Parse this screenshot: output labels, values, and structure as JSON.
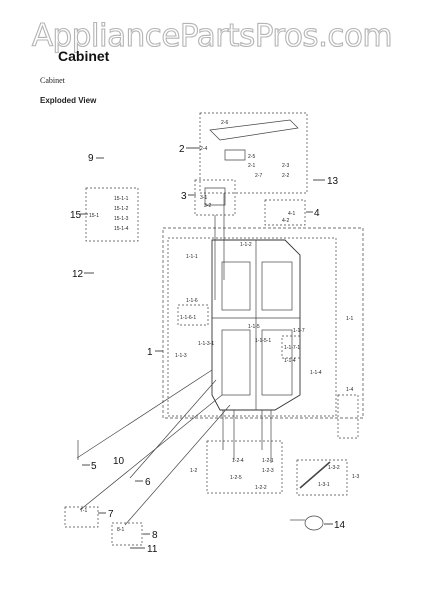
{
  "watermark": "AppliancePartsPros.com",
  "page_title": "Cabinet",
  "section_title": "Cabinet",
  "view_label": "Exploded View",
  "callouts": {
    "c1": "1",
    "c2": "2",
    "c3": "3",
    "c4": "4",
    "c5": "5",
    "c6": "6",
    "c7": "7",
    "c8": "8",
    "c9": "9",
    "c10": "10",
    "c11": "11",
    "c12": "12",
    "c13": "13",
    "c14": "14",
    "c15": "15"
  },
  "sub_labels": {
    "s2_6": "2-6",
    "s2_4": "2-4",
    "s2_5": "2-5",
    "s2_1": "2-1",
    "s2_3": "2-3",
    "s2_7": "2-7",
    "s2_2": "2-2",
    "s3_1": "3-1",
    "s3_2": "3-2",
    "s4_1": "4-1",
    "s4_2": "4-2",
    "s15_1": "15-1",
    "s15_1_1": "15-1-1",
    "s15_1_2": "15-1-2",
    "s15_1_3": "15-1-3",
    "s15_1_4": "15-1-4",
    "s1_1": "1-1",
    "s1_1_1": "1-1-1",
    "s1_1_2": "1-1-2",
    "s1_1_6": "1-1-6",
    "s1_1_6_1": "1-1-6-1",
    "s1_1_5": "1-1-5",
    "s1_1_7": "1-1-7",
    "s1_1_7_1": "1-1-7-1",
    "s1_1_3": "1-1-3",
    "s1_1_3_1": "1-1-3-1",
    "s1_1_5_1": "1-1-5-1",
    "s1_1_4": "1-1-4",
    "s1_1_4_b": "1-1-4",
    "s1_4": "1-4",
    "s1_2": "1-2",
    "s1_2_4": "1-2-4",
    "s1_2_1": "1-2-1",
    "s1_2_3": "1-2-3",
    "s1_2_5": "1-2-5",
    "s1_2_2": "1-2-2",
    "s1_3": "1-3",
    "s1_3_2": "1-3-2",
    "s1_3_1": "1-3-1",
    "s7_1": "7-1",
    "s8_1": "8-1"
  }
}
